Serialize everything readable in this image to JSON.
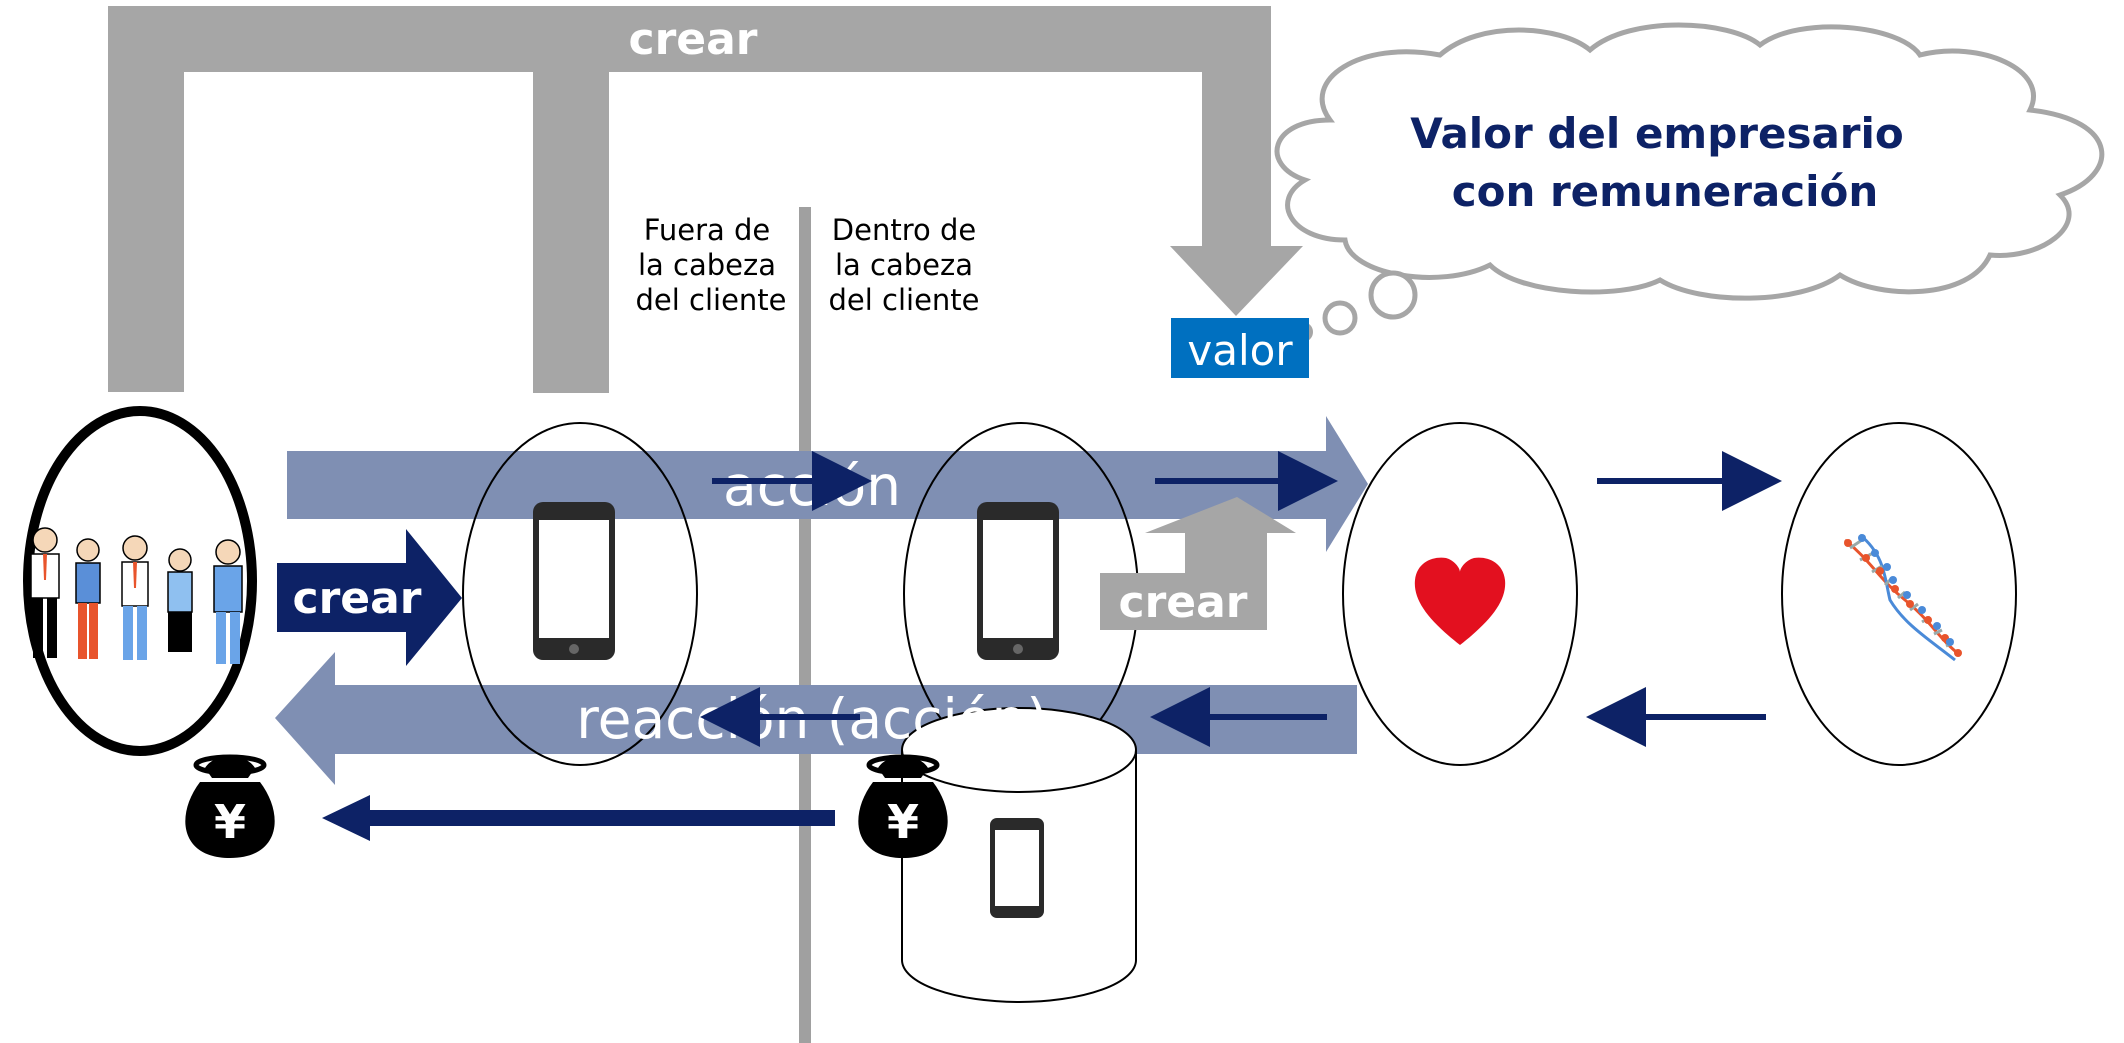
{
  "labels": {
    "top_crear": "crear",
    "thought_line1": "Valor del empresario",
    "thought_line2": "con remuneración",
    "outside_head": [
      "Fuera de",
      "la cabeza",
      "del cliente"
    ],
    "inside_head": [
      "Dentro de",
      "la cabeza",
      "del cliente"
    ],
    "valor": "valor",
    "accion": "acción",
    "crear_left": "crear",
    "crear_mid": "crear",
    "reaccion": "reacción (acción)",
    "yen": "¥"
  },
  "colors": {
    "gray_arrow": "#a6a6a6",
    "blue_band": "#7f8fb3",
    "navy": "#0d2266",
    "valor_bg": "#0070c0",
    "thought_text": "#0d2266",
    "heart": "#e3101f",
    "divider": "#a0a0a0"
  },
  "icons": {
    "people": "people-group-icon",
    "phone": "smartphone-icon",
    "heart": "heart-icon",
    "dna": "dna-icon",
    "money_bag": "yen-money-bag-icon",
    "database": "database-cylinder-icon"
  }
}
